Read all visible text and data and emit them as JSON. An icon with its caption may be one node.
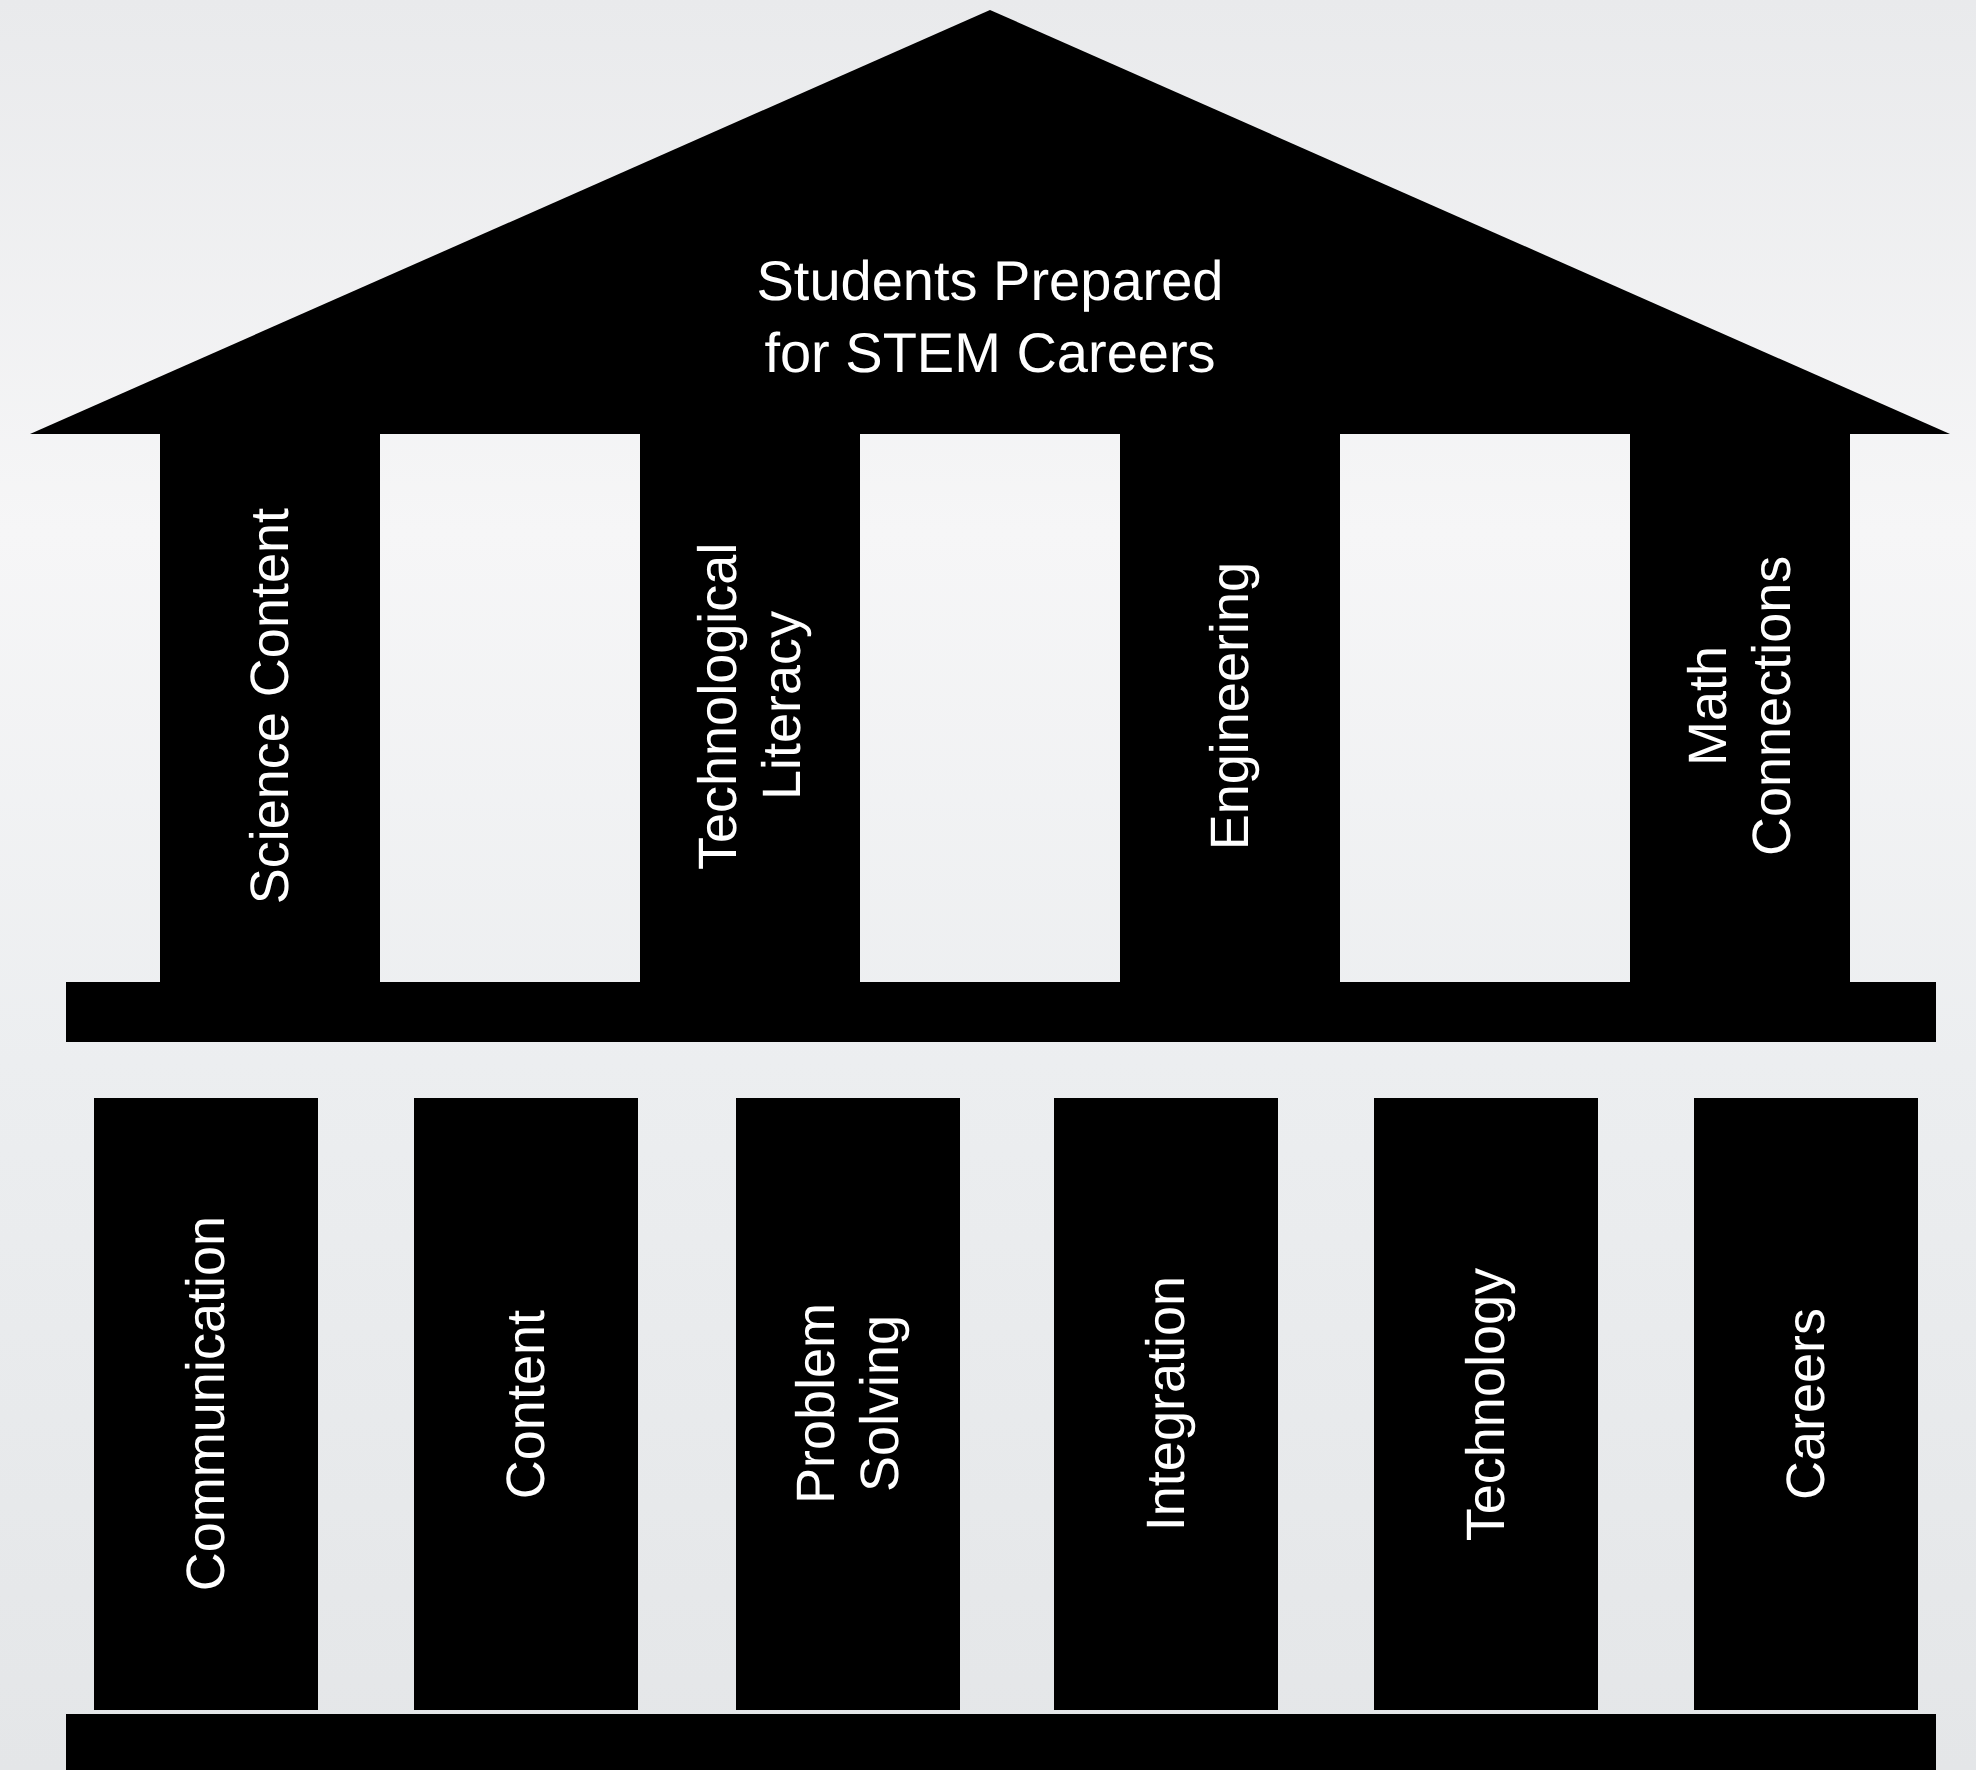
{
  "diagram": {
    "nodes": [
      {
        "text": [
          "Students Prepared for STEM Careers"
        ]
      },
      {
        "text": [
          "Science Content"
        ]
      },
      {
        "text": [
          "Technological Literacy"
        ]
      },
      {
        "text": [
          "Engineering"
        ]
      },
      {
        "text": [
          "Math Connections"
        ]
      },
      {
        "text": [],
        "shape": "bar"
      },
      {
        "text": [
          "Communication"
        ]
      },
      {
        "text": [
          "Content"
        ]
      },
      {
        "text": [
          "Problem Solving"
        ]
      },
      {
        "text": [
          "Integration"
        ]
      },
      {
        "text": [
          "Technology"
        ]
      },
      {
        "text": [
          "Careers"
        ]
      },
      {
        "text": [],
        "shape": "bar"
      }
    ]
  }
}
